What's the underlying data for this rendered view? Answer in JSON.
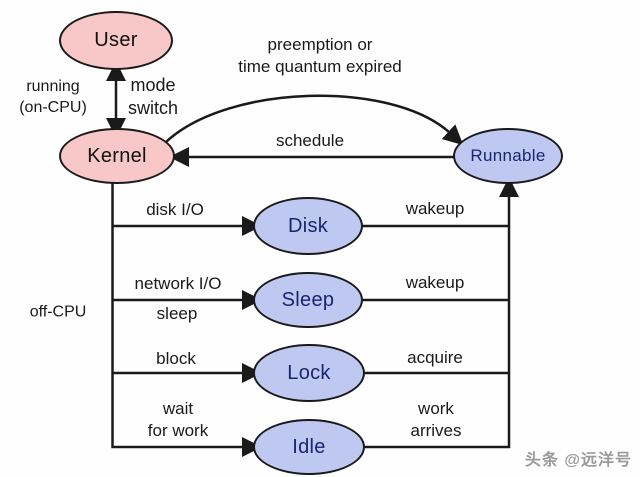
{
  "nodes": {
    "user": "User",
    "kernel": "Kernel",
    "runnable": "Runnable",
    "disk": "Disk",
    "sleep": "Sleep",
    "lock": "Lock",
    "idle": "Idle"
  },
  "labels": {
    "running_on_cpu": "running\n(on-CPU)",
    "mode_switch": "mode\nswitch",
    "preemption": "preemption or\ntime quantum expired",
    "schedule": "schedule",
    "disk_io": "disk I/O",
    "network_io": "network I/O",
    "sleep_action": "sleep",
    "block": "block",
    "wait_for_work": "wait\nfor work",
    "off_cpu": "off-CPU",
    "wakeup_disk": "wakeup",
    "wakeup_sleep": "wakeup",
    "acquire": "acquire",
    "work_arrives": "work\narrives"
  },
  "watermark": "头条 @远洋号",
  "colors": {
    "pink_fill": "#f8c7c7",
    "blue_fill": "#bfc8f0",
    "blue_text": "#1a2470",
    "line": "#1a1a1a",
    "watermark_gray": "#9a9a9a"
  }
}
